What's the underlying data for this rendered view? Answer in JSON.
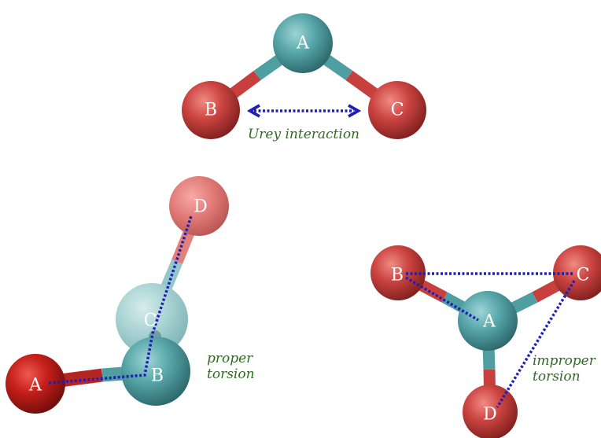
{
  "colors": {
    "teal": "#4f9ea2",
    "red": "#c8403e",
    "dotted_line": "#1f1fb8",
    "caption_text": "#2f6b22"
  },
  "urey": {
    "atoms": {
      "a": "A",
      "b": "B",
      "c": "C"
    },
    "caption": "Urey interaction"
  },
  "proper": {
    "atoms": {
      "a": "A",
      "b": "B",
      "c": "C",
      "d": "D"
    },
    "caption_line1": "proper",
    "caption_line2": "torsion"
  },
  "improper": {
    "atoms": {
      "a": "A",
      "b": "B",
      "c": "C",
      "d": "D"
    },
    "caption_line1": "improper",
    "caption_line2": "torsion"
  }
}
